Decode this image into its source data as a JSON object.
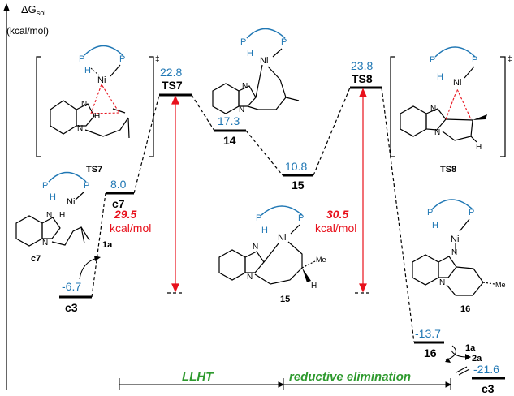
{
  "axis": {
    "label_delta_g": "ΔG",
    "label_sub": "sol",
    "label_units": "(kcal/mol)"
  },
  "levels": {
    "c3_start": {
      "value": "-6.7",
      "label": "c3"
    },
    "c7": {
      "value": "8.0",
      "label": "c7"
    },
    "ts7": {
      "value": "22.8",
      "label": "TS7"
    },
    "i14": {
      "value": "17.3",
      "label": "14"
    },
    "i15": {
      "value": "10.8",
      "label": "15"
    },
    "ts8": {
      "value": "23.8",
      "label": "TS8"
    },
    "i16": {
      "value": "-13.7",
      "label": "16"
    },
    "c3_end": {
      "value": "-21.6",
      "label": "c3"
    }
  },
  "barriers": {
    "llht": {
      "value": "29.5",
      "units": "kcal/mol"
    },
    "re": {
      "value": "30.5",
      "units": "kcal/mol"
    }
  },
  "arrows": {
    "a1": "1a",
    "a2": "1a",
    "a3": "2a"
  },
  "stages": {
    "llht": "LLHT",
    "re": "reductive elimination"
  },
  "structures": {
    "ts7_caption": "TS7",
    "ts8_caption": "TS8",
    "c7_caption": "c7",
    "s15_caption": "15",
    "s16_caption": "16",
    "ts7_dagger": "‡",
    "ts8_dagger": "‡",
    "atom_p": "P",
    "atom_h": "H",
    "atom_ni": "Ni",
    "atom_n": "N",
    "me": "Me"
  },
  "colors": {
    "energy_blue": "#1f77b4",
    "barrier_red": "#e8111c",
    "stage_green": "#2e9a2e"
  }
}
